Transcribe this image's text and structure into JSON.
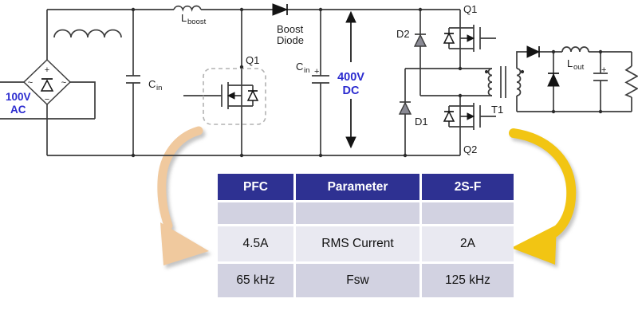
{
  "circuit": {
    "source": {
      "voltage": "100V",
      "type": "AC"
    },
    "bridge": {
      "plus": "+",
      "minus": "−",
      "tilde_left": "~",
      "tilde_right": "~"
    },
    "l_boost": {
      "main": "L",
      "sub": "boost"
    },
    "c_in_filter": {
      "main": "C",
      "sub": "in"
    },
    "q1_pfc": "Q1",
    "boost_diode": {
      "line1": "Boost",
      "line2": "Diode"
    },
    "c_in_bulk": {
      "main": "C",
      "sub": "in",
      "plus": "+"
    },
    "dc_bus": {
      "voltage": "400V",
      "type": "DC"
    },
    "d2": "D2",
    "d1": "D1",
    "q1": "Q1",
    "q2": "Q2",
    "t1": "T1",
    "l_out": {
      "main": "L",
      "sub": "out"
    },
    "c_out": {
      "plus": "+"
    }
  },
  "table": {
    "headers": [
      "PFC",
      "Parameter",
      "2S-F"
    ],
    "spacer": [
      "",
      "",
      ""
    ],
    "rows": [
      [
        "4.5A",
        "RMS Current",
        "2A"
      ],
      [
        "65 kHz",
        "Fsw",
        "125 kHz"
      ]
    ]
  },
  "colors": {
    "header_bg": "#2e3192",
    "row_light": "#e9e9f1",
    "row_mid": "#d2d2e1",
    "label_blue": "#2b2bcf",
    "arrow_tan": "#f0c99e",
    "arrow_yellow": "#f2c513"
  }
}
